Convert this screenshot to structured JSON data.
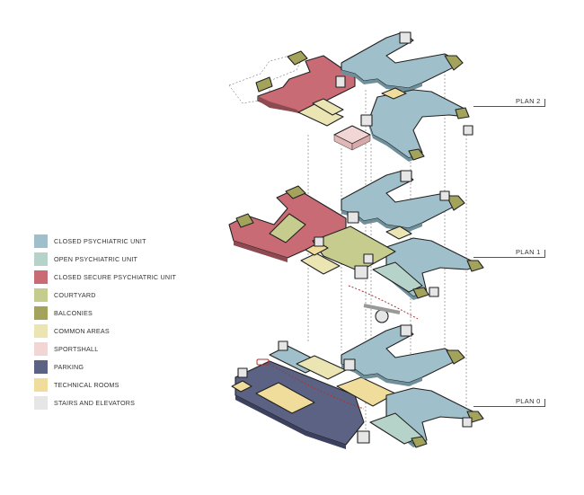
{
  "legend": {
    "items": [
      {
        "label": "CLOSED PSYCHIATRIC UNIT",
        "color": "#9fc0cb"
      },
      {
        "label": "OPEN PSYCHIATRIC UNIT",
        "color": "#b5d3c9"
      },
      {
        "label": "CLOSED SECURE PSYCHIATRIC UNIT",
        "color": "#c96b74"
      },
      {
        "label": "COURTYARD",
        "color": "#c6cb8e"
      },
      {
        "label": "BALCONIES",
        "color": "#a3a35c"
      },
      {
        "label": "COMMON AREAS",
        "color": "#ebe4b3"
      },
      {
        "label": "SPORTSHALL",
        "color": "#f2d5d5"
      },
      {
        "label": "PARKING",
        "color": "#5c6283"
      },
      {
        "label": "TECHNICAL ROOMS",
        "color": "#f0dc9b"
      },
      {
        "label": "STAIRS AND ELEVATORS",
        "color": "#e6e6e6"
      }
    ]
  },
  "plans": {
    "plan2": "PLAN 2",
    "plan1": "PLAN 1",
    "plan0": "PLAN 0"
  },
  "colors": {
    "closed": "#9fc0cb",
    "open": "#b5d3c9",
    "secure": "#c96b74",
    "courtyard": "#c6cb8e",
    "balcony": "#a3a35c",
    "common": "#ebe4b3",
    "sports": "#f2d5d5",
    "parking": "#5c6283",
    "technical": "#f0dc9b",
    "stairs": "#e6e6e6"
  }
}
